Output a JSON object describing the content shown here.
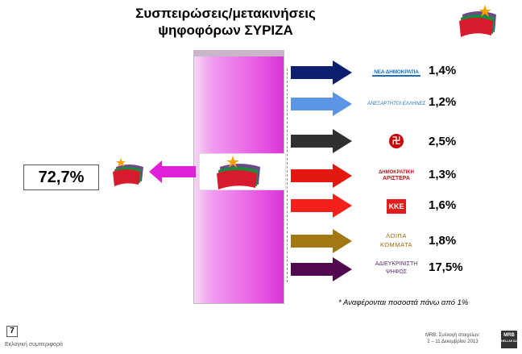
{
  "title": {
    "line1": "Συσπειρώσεις/μετακινήσεις",
    "line2": "ψηφοφόρων ΣΥΡΙΖΑ"
  },
  "retention": {
    "value": "72,7%"
  },
  "flows": [
    {
      "party": "ΝΕΑ ΔΗΜΟΚΡΑΤΙΑ",
      "value": "1,4%",
      "color": "#0c1f6e",
      "icon": "nd-logo"
    },
    {
      "party": "ΑΝΕΞΑΡΤΗΤΟΙ ΕΛΛΗΝΕΣ",
      "value": "1,2%",
      "color": "#5c95e6",
      "icon": "anel-logo"
    },
    {
      "party": "",
      "value": "2,5%",
      "color": "#303030",
      "icon": "xa-logo"
    },
    {
      "party": "ΔΗΜΟΚΡΑΤΙΚΗ ΑΡΙΣΤΕΡΑ",
      "value": "1,3%",
      "color": "#e3190f",
      "icon": "dimar-logo"
    },
    {
      "party": "ΚΚΕ",
      "value": "1,6%",
      "color": "#f3201b",
      "icon": "kke-logo"
    },
    {
      "party": "ΛΟΙΠΑ ΚΟΜΜΑΤΑ",
      "value": "1,8%",
      "color": "#a27812",
      "icon": "other-parties-label"
    },
    {
      "party": "ΑΔΙΕΥΚΡΙΝΙΣΤΗ ΨΗΦΟΣ",
      "value": "17,5%",
      "color": "#52084f",
      "icon": "undecided-label"
    }
  ],
  "footnote": "* Αναφέρονται ποσοστά πάνω από 1%",
  "footer": {
    "page": "7",
    "section": "Εκλογική συμπεριφορά",
    "source_line1": "MRB, Συλλογή στοιχείων:",
    "source_line2": "2 – 11 Δεκεμβρίου 2013",
    "brand": "MRB",
    "brand_sub": "HELLAS SA"
  },
  "colors": {
    "column": "#e44ee0",
    "retention_arrow": "#e020d8",
    "syriza_red": "#d81b2c"
  }
}
